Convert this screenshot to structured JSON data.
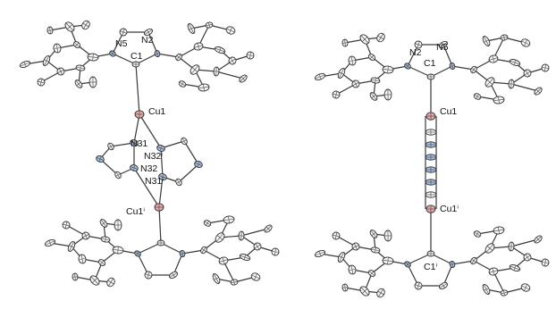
{
  "colors": {
    "carbon": "#f4f4f4",
    "nitrogen": "#a8bfe0",
    "copper": "#e3a8a8",
    "bond": "#3a3a3a",
    "outline": "#333333"
  },
  "structures": [
    {
      "labels": {
        "n5": "N5",
        "n2": "N2",
        "c1": "C1",
        "cu1": "Cu1",
        "n31": "N31",
        "n32i": "N32ⁱ",
        "n32": "N32",
        "n31i": "N31ⁱ",
        "cu1i": "Cu1ⁱ"
      }
    },
    {
      "labels": {
        "n2": "N2",
        "n5": "N5",
        "c1": "C1",
        "cu1": "Cu1",
        "cu1i": "Cu1ⁱ",
        "c1i": "C1ⁱ"
      }
    }
  ]
}
